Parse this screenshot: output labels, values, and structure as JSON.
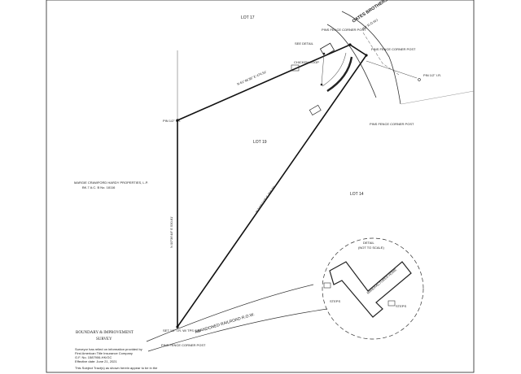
{
  "lots": {
    "lot17": "LOT 17",
    "lot19": "LOT 19",
    "lot14": "LOT 14"
  },
  "road": {
    "name": "OATES BROTHERS ROAD",
    "row": "(60' R.O.W.)"
  },
  "railroad": "ABANDONED RAILROAD R.O.W.",
  "owner": {
    "line1": "MARGIE CRAWFORD HARDY PROPERTIES, L.P.",
    "line2": "BK.7 A.C. B No. 18116"
  },
  "bearings": {
    "north": "N 61°46'36\" E  474.51'",
    "west": "N 00°36'48\" E  530.81'",
    "southeast": "N 34°51'37\" E  766.99'"
  },
  "corners": {
    "nw_pin": "PIN 1/2\" I.R.",
    "fence_post_n": "PINS FENCE CORNER POST",
    "fence_post_ne": "PINS FENCE CORNER POST",
    "fence_post_e": "PINS FENCE CORNER POST",
    "sw_pin": "SET 1/2\" I.R. W/ TPS CAP",
    "sw_fence": "PINS FENCE CORNER POST"
  },
  "features": {
    "chicken_coop": "CHICKEN COOP",
    "see_detail": "SEE DETAIL",
    "detail_title": "DETAIL",
    "detail_sub": "(NOT TO SCALE)",
    "manufactured_home": "MANUFACTURED HOME",
    "steps_w": "STEPS",
    "steps_s": "STEPS",
    "pin_ir": "PIN 1/2\" I.R."
  },
  "title_block": {
    "line1": "BOUNDARY & IMPROVEMENT",
    "line2": "SURVEY"
  },
  "notes": {
    "note1_lines": [
      "Surveyor has relied on information provided by",
      "First American Title Insurance Company",
      "G.F. No. 1587906-HK/GC",
      "Effective date: June 21, 2021"
    ],
    "note2": "This Subject Tract(s) as shown herein appear to be in the"
  }
}
